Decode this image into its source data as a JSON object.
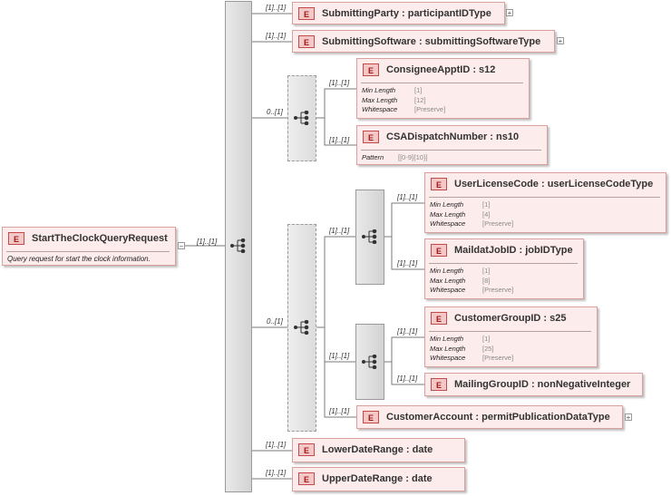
{
  "root": {
    "badge": "E",
    "name": "StartTheClockQueryRequest",
    "doc": "Query request for start the clock information.",
    "collapse_symbol": "−"
  },
  "cardinalities": {
    "root_seq": "[1]..[1]",
    "submitting_party": "[1]..[1]",
    "submitting_software": "[1]..[1]",
    "choice1": "0..[1]",
    "consignee": "[1]..[1]",
    "csa": "[1]..[1]",
    "choice2": "0..[1]",
    "seqA": "[1]..[1]",
    "user_license": "[1]..[1]",
    "maildat": "[1]..[1]",
    "seqB": "[1]..[1]",
    "customer_group": "[1]..[1]",
    "mailing_group": "[1]..[1]",
    "customer_account": "[1]..[1]",
    "lower_date": "[1]..[1]",
    "upper_date": "[1]..[1]"
  },
  "elements": {
    "submitting_party": {
      "badge": "E",
      "name": "SubmittingParty : participantIDType",
      "expand_symbol": "+"
    },
    "submitting_software": {
      "badge": "E",
      "name": "SubmittingSoftware : submittingSoftwareType",
      "expand_symbol": "+"
    },
    "consignee": {
      "badge": "E",
      "name": "ConsigneeApptID : s12",
      "facets": [
        {
          "name": "Min Length",
          "value": "[1]"
        },
        {
          "name": "Max Length",
          "value": "[12]"
        },
        {
          "name": "Whitespace",
          "value": "[Preserve]"
        }
      ]
    },
    "csa": {
      "badge": "E",
      "name": "CSADispatchNumber : ns10",
      "facets": [
        {
          "name": "Pattern",
          "value": "[[0-9]{10}]"
        }
      ]
    },
    "user_license": {
      "badge": "E",
      "name": "UserLicenseCode : userLicenseCodeType",
      "facets": [
        {
          "name": "Min Length",
          "value": "[1]"
        },
        {
          "name": "Max Length",
          "value": "[4]"
        },
        {
          "name": "Whitespace",
          "value": "[Preserve]"
        }
      ]
    },
    "maildat": {
      "badge": "E",
      "name": "MaildatJobID : jobIDType",
      "facets": [
        {
          "name": "Min Length",
          "value": "[1]"
        },
        {
          "name": "Max Length",
          "value": "[8]"
        },
        {
          "name": "Whitespace",
          "value": "[Preserve]"
        }
      ]
    },
    "customer_group": {
      "badge": "E",
      "name": "CustomerGroupID : s25",
      "facets": [
        {
          "name": "Min Length",
          "value": "[1]"
        },
        {
          "name": "Max Length",
          "value": "[25]"
        },
        {
          "name": "Whitespace",
          "value": "[Preserve]"
        }
      ]
    },
    "mailing_group": {
      "badge": "E",
      "name": "MailingGroupID : nonNegativeInteger"
    },
    "customer_account": {
      "badge": "E",
      "name": "CustomerAccount : permitPublicationDataType",
      "expand_symbol": "+"
    },
    "lower_date": {
      "badge": "E",
      "name": "LowerDateRange : date"
    },
    "upper_date": {
      "badge": "E",
      "name": "UpperDateRange : date"
    }
  }
}
